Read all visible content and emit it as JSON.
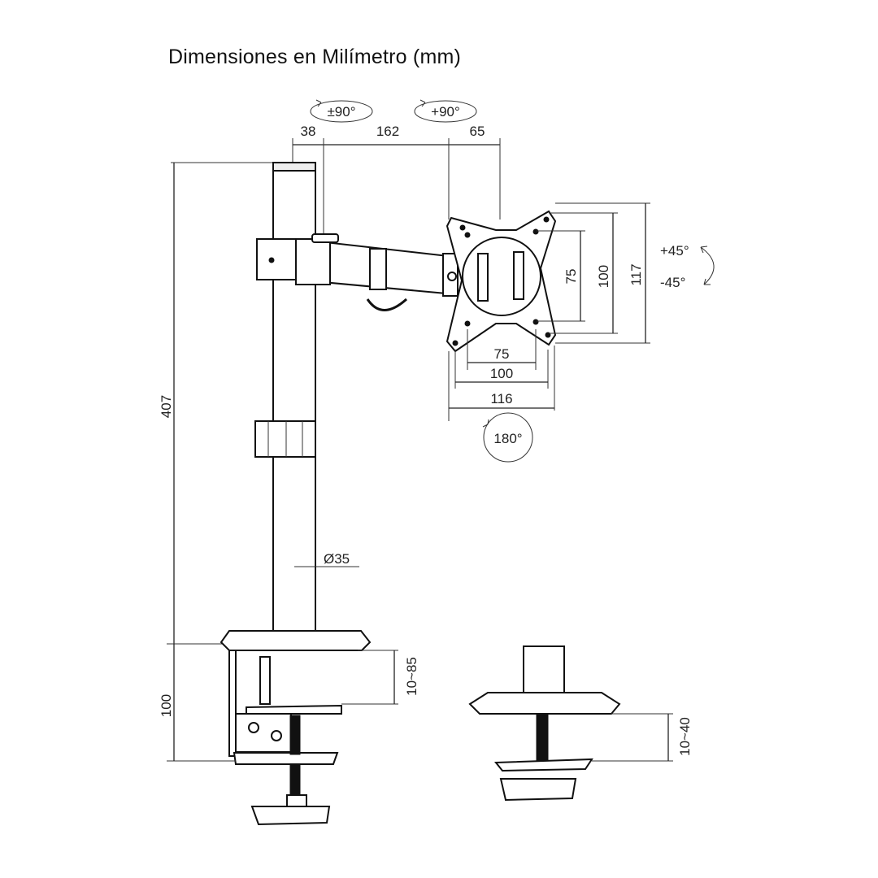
{
  "title": "Dimensiones en Milímetro (mm)",
  "rotations": {
    "arm_swivel": "±90°",
    "head_swivel": "+90°",
    "tilt_up": "+45°",
    "tilt_down": "-45°",
    "rotate": "180°"
  },
  "dimensions": {
    "pole_to_joint": "38",
    "arm_length": "162",
    "joint_to_plate": "65",
    "total_height": "407",
    "pole_diameter": "Ø35",
    "clamp_height": "100",
    "clamp_range": "10~85",
    "grommet_range": "10~40",
    "vesa_h_75": "75",
    "vesa_h_100": "100",
    "plate_w": "116",
    "vesa_v_75": "75",
    "vesa_v_100": "100",
    "plate_h": "117"
  }
}
